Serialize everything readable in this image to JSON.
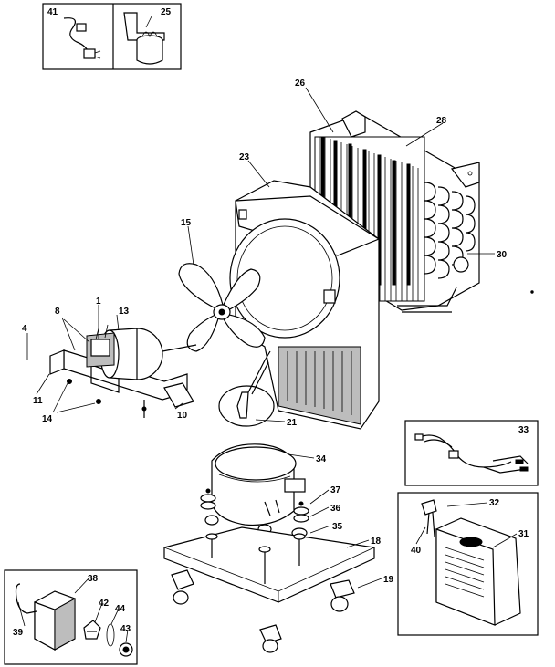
{
  "callouts": {
    "p1": "1",
    "p4": "4",
    "p8": "8",
    "p10": "10",
    "p11": "11",
    "p13": "13",
    "p14": "14",
    "p15": "15",
    "p18": "18",
    "p19": "19",
    "p21": "21",
    "p23": "23",
    "p25": "25",
    "p26": "26",
    "p28": "28",
    "p30": "30",
    "p31": "31",
    "p32": "32",
    "p33": "33",
    "p34": "34",
    "p35": "35",
    "p36": "36",
    "p37": "37",
    "p38": "38",
    "p39": "39",
    "p40": "40",
    "p41": "41",
    "p42": "42",
    "p43": "43",
    "p44": "44"
  }
}
